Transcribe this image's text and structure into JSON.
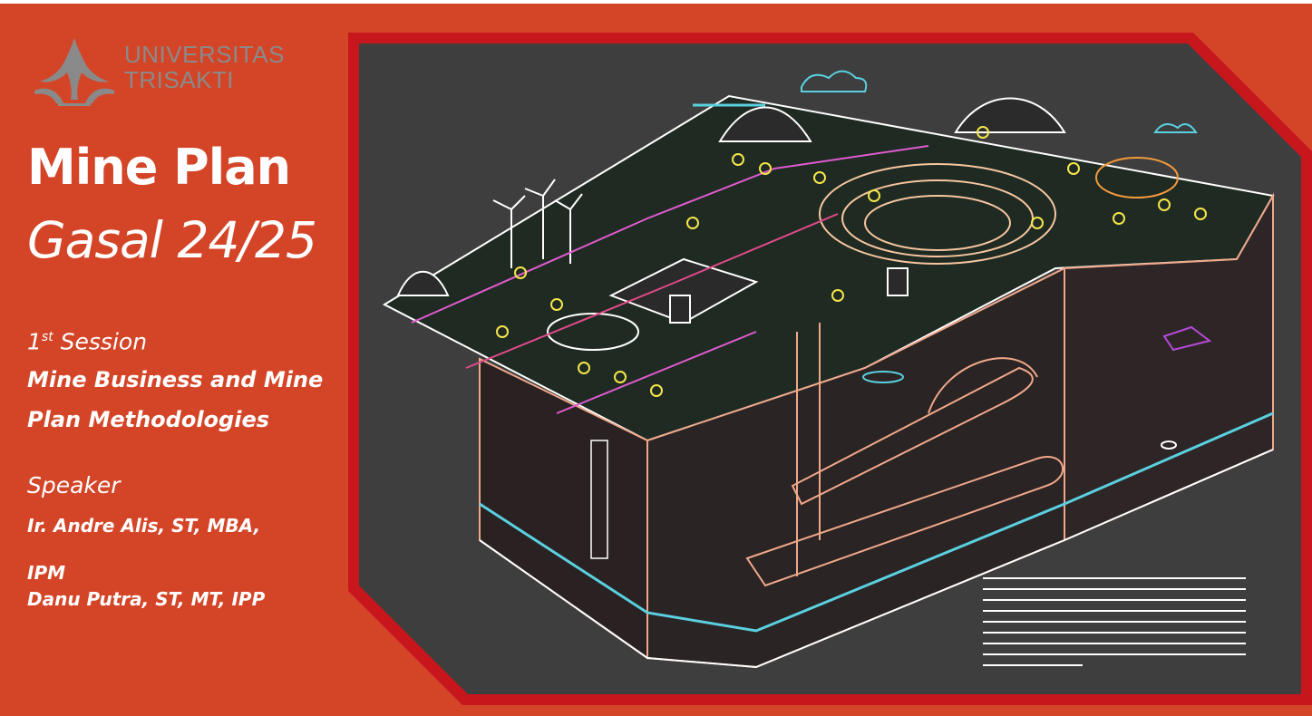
{
  "logo": {
    "name_line1": "UNIVERSITAS",
    "name_line2": "TRISAKTI",
    "icon": "trisakti-emblem-icon"
  },
  "title": "Mine Plan",
  "subtitle": "Gasal 24/25",
  "session": {
    "number": "1",
    "ordinal_suffix": "st",
    "label": "Session",
    "topic_line1": "Mine Business and Mine",
    "topic_line2": "Plan Methodologies"
  },
  "speakers": {
    "label": "Speaker",
    "speaker1_line1": "Ir. Andre Alis, ST, MBA,",
    "speaker1_line2": "IPM",
    "speaker2": "Danu Putra, ST, MT, IPP"
  },
  "illustration": {
    "icon": "mine-site-cross-section-illustration",
    "frame_color": "#c8161d",
    "background_color": "#3e3e3e"
  },
  "colors": {
    "slide_background": "#d44528",
    "text": "#ffffff",
    "logo_gray": "#8a8a8a"
  }
}
